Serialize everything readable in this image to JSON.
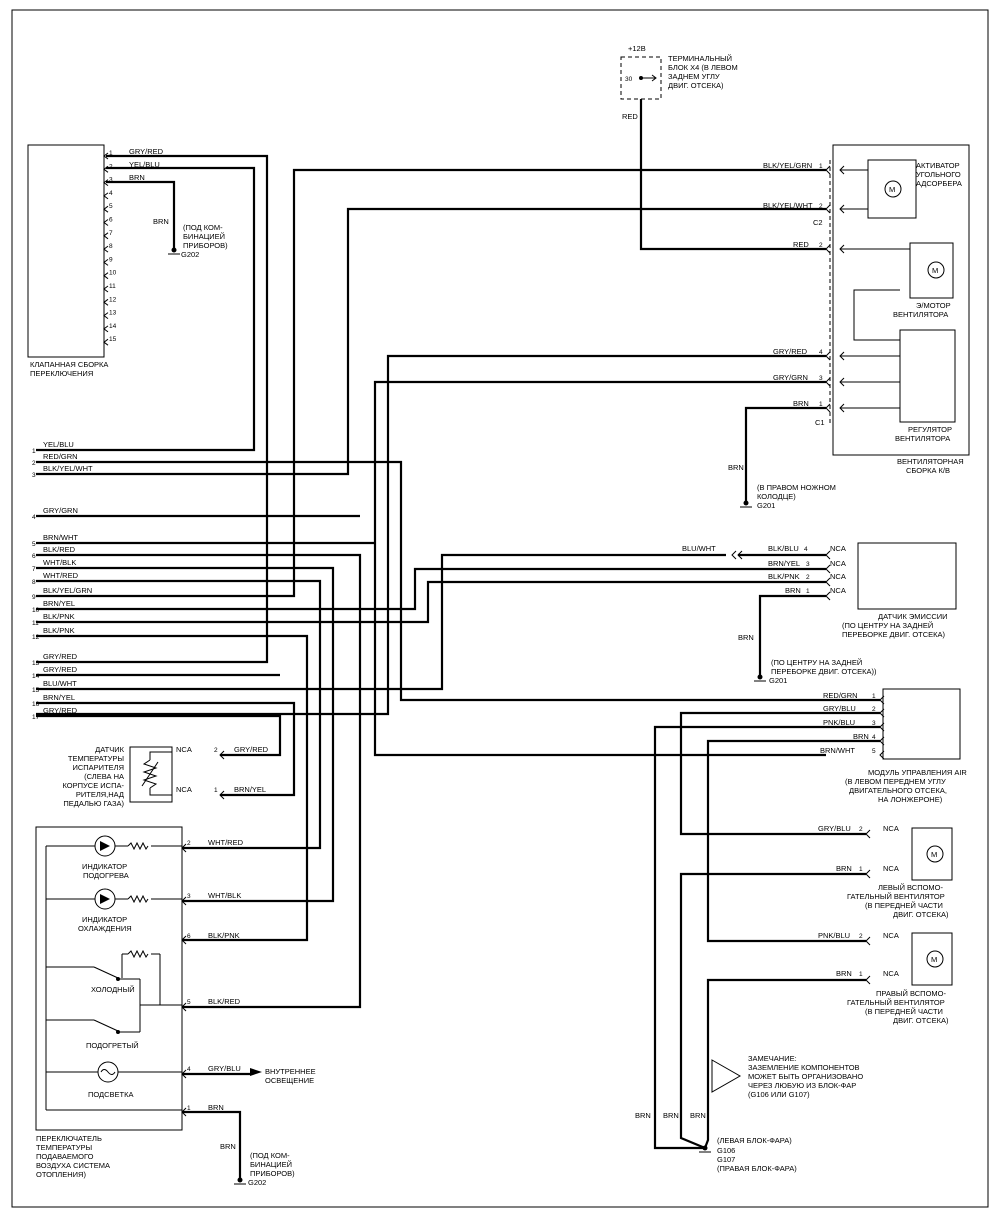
{
  "frame_border_color": "#000000",
  "wire_color": "#000000",
  "valve": {
    "pins": [
      "1",
      "2",
      "3",
      "4",
      "5",
      "6",
      "7",
      "8",
      "9",
      "10",
      "11",
      "12",
      "13",
      "14",
      "15"
    ],
    "w1": "GRY/RED",
    "w2": "YEL/BLU",
    "w3": "BRN",
    "gnd_wire": "BRN",
    "gnd_note": [
      "(ПОД КОМ-",
      "БИНАЦИЕЙ",
      "ПРИБОРОВ)",
      "G202"
    ],
    "name": [
      "КЛАПАННАЯ СБОРКА",
      "ПЕРЕКЛЮЧЕНИЯ"
    ]
  },
  "left_conn": {
    "pins": [
      "1",
      "2",
      "3",
      "4",
      "5",
      "6",
      "7",
      "8",
      "9",
      "10",
      "11",
      "12",
      "13",
      "14",
      "15",
      "16",
      "17"
    ],
    "wires": [
      "YEL/BLU",
      "RED/GRN",
      "BLK/YEL/WHT",
      "GRY/GRN",
      "BRN/WHT",
      "BLK/RED",
      "WHT/BLK",
      "WHT/RED",
      "BLK/YEL/GRN",
      "BRN/YEL",
      "BLK/PNK",
      "BLK/PNK",
      "GRY/RED",
      "GRY/RED",
      "BLU/WHT",
      "BRN/YEL",
      "GRY/RED"
    ]
  },
  "terminal": {
    "volt": "+12В",
    "pin": "30",
    "name": [
      "ТЕРМИНАЛЬНЫЙ",
      "БЛОК Х4 (В ЛЕВОМ",
      "ЗАДНЕМ УГЛУ",
      "ДВИГ. ОТСЕКА)"
    ],
    "wire": "RED"
  },
  "fan_assy": {
    "w1": "BLK/YEL/GRN",
    "p1": "1",
    "w2": "BLK/YEL/WHT",
    "p2": "2",
    "c2": "C2",
    "w3": "RED",
    "p3": "2",
    "w4": "GRY/RED",
    "p4": "4",
    "w5": "GRY/GRN",
    "p5": "3",
    "w6": "BRN",
    "p6": "1",
    "c1": "C1",
    "canister": [
      "АКТИВАТОР",
      "УГОЛЬНОГО",
      "АДСОРБЕРА"
    ],
    "motor": [
      "Э/МОТОР",
      "ВЕНТИЛЯТОРА"
    ],
    "reg": [
      "РЕГУЛЯТОР",
      "ВЕНТИЛЯТОРА"
    ],
    "assy": [
      "ВЕНТИЛЯТОРНАЯ",
      "СБОРКА К/В"
    ],
    "gnd_wire": "BRN",
    "gnd_note": [
      "(В ПРАВОМ НОЖНОМ",
      "КОЛОДЦЕ)",
      "G201"
    ]
  },
  "emission": {
    "w_in": "BLU/WHT",
    "w1": "BLK/BLU",
    "p1": "4",
    "w2": "BRN/YEL",
    "p2": "3",
    "w3": "BLK/PNK",
    "p3": "2",
    "w4": "BRN",
    "p4": "1",
    "nca": "NCA",
    "name": [
      "ДАТЧИК ЭМИССИИ",
      "(ПО ЦЕНТРУ НА ЗАДНЕЙ",
      "ПЕРЕБОРКЕ ДВИГ. ОТСЕКА)"
    ],
    "gnd_wire": "BRN",
    "gnd_note": [
      "(ПО ЦЕНТРУ НА ЗАДНЕЙ",
      "ПЕРЕБОРКЕ ДВИГ. ОТСЕКА))",
      "G201"
    ]
  },
  "air_module": {
    "wires": [
      "RED/GRN",
      "GRY/BLU",
      "PNK/BLU",
      "BRN",
      "BRN/WHT"
    ],
    "pins": [
      "1",
      "2",
      "3",
      "4",
      "5"
    ],
    "name": [
      "МОДУЛЬ УПРАВЛЕНИЯ AIR",
      "(В ЛЕВОМ ПЕРЕДНЕМ УГЛУ",
      "ДВИГАТЕЛЬНОГО ОТСЕКА,",
      "НА ЛОНЖЕРОНЕ)"
    ]
  },
  "left_fan": {
    "w1": "GRY/BLU",
    "p1": "2",
    "w2": "BRN",
    "p2": "1",
    "nca": "NCA",
    "name": [
      "ЛЕВЫЙ ВСПОМО-",
      "ГАТЕЛЬНЫЙ ВЕНТИЛЯТОР",
      "(В ПЕРЕДНЕЙ ЧАСТИ",
      "ДВИГ. ОТСЕКА)"
    ]
  },
  "right_fan": {
    "w1": "PNK/BLU",
    "p1": "2",
    "w2": "BRN",
    "p2": "1",
    "nca": "NCA",
    "name": [
      "ПРАВЫЙ ВСПОМО-",
      "ГАТЕЛЬНЫЙ ВЕНТИЛЯТОР",
      "(В ПЕРЕДНЕЙ ЧАСТИ",
      "ДВИГ. ОТСЕКА)"
    ]
  },
  "note": {
    "text": [
      "ЗАМЕЧАНИЕ:",
      "ЗАЗЕМЛЕНИЕ КОМПОНЕНТОВ",
      "МОЖЕТ БЫТЬ ОРГАНИЗОВАНО",
      "ЧЕРЕЗ ЛЮБУЮ ИЗ БЛОК-ФАР",
      "(G106 ИЛИ G107)"
    ],
    "brn": "BRN",
    "gnd": [
      "(ЛЕВАЯ БЛОК-ФАРА)",
      "G106",
      "G107",
      "(ПРАВАЯ БЛОК-ФАРА)"
    ]
  },
  "evap": {
    "name": [
      "ДАТЧИК",
      "ТЕМПЕРАТУРЫ",
      "ИСПАРИТЕЛЯ",
      "(СЛЕВА НА",
      "КОРПУСЕ ИСПА-",
      "РИТЕЛЯ,НАД",
      "ПЕДАЛЬЮ ГАЗА)"
    ],
    "nca": "NCA",
    "w1": "GRY/RED",
    "p1": "2",
    "w2": "BRN/YEL",
    "p2": "1"
  },
  "switch": {
    "heat": [
      "ИНДИКАТОР",
      "ПОДОГРЕВА"
    ],
    "cool": [
      "ИНДИКАТОР",
      "ОХЛАЖДЕНИЯ"
    ],
    "cold": "ХОЛОДНЫЙ",
    "warm": "ПОДОГРЕТЫЙ",
    "light": "ПОДСВЕТКА",
    "w2": "WHT/RED",
    "p2": "2",
    "w3": "WHT/BLK",
    "p3": "3",
    "w6": "BLK/PNK",
    "p6": "6",
    "w5": "BLK/RED",
    "p5": "5",
    "w4": "GRY/BLU",
    "p4": "4",
    "w1": "BRN",
    "p1": "1",
    "internal": [
      "ВНУТРЕННЕЕ",
      "ОСВЕЩЕНИЕ"
    ],
    "name": [
      "ПЕРЕКЛЮЧАТЕЛЬ",
      "ТЕМПЕРАТУРЫ",
      "ПОДАВАЕМОГО",
      "ВОЗДУХА СИСТЕМА",
      "ОТОПЛЕНИЯ)"
    ],
    "gnd_wire": "BRN",
    "gnd_note": [
      "(ПОД КОМ-",
      "БИНАЦИЕЙ",
      "ПРИБОРОВ)",
      "G202"
    ]
  }
}
